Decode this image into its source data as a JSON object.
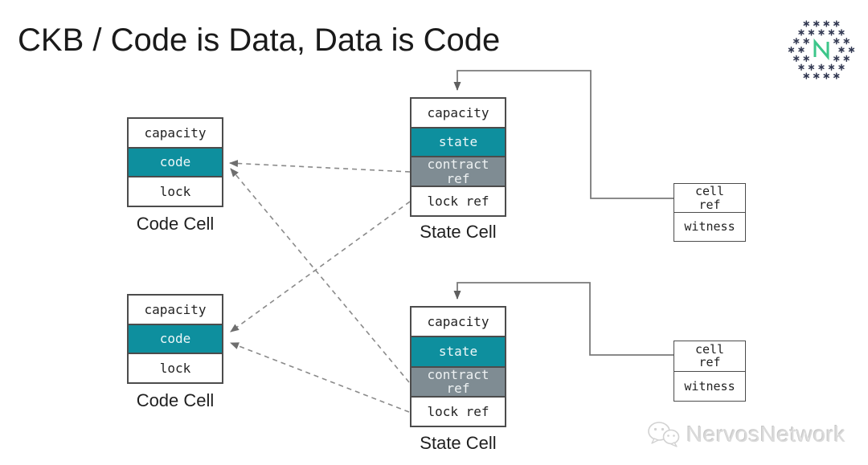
{
  "title": "CKB / Code is Data, Data is Code",
  "diagram": {
    "code_cell_top": {
      "label": "Code Cell",
      "capacity": "capacity",
      "code": "code",
      "lock": "lock"
    },
    "state_cell_top": {
      "label": "State Cell",
      "capacity": "capacity",
      "state": "state",
      "contract_ref": "contract\nref",
      "lock_ref": "lock ref"
    },
    "code_cell_bottom": {
      "label": "Code Cell",
      "capacity": "capacity",
      "code": "code",
      "lock": "lock"
    },
    "state_cell_bottom": {
      "label": "State Cell",
      "capacity": "capacity",
      "state": "state",
      "contract_ref": "contract\nref",
      "lock_ref": "lock ref"
    },
    "ref_box_top": {
      "cell_ref": "cell\nref",
      "witness": "witness"
    },
    "ref_box_bottom": {
      "cell_ref": "cell\nref",
      "witness": "witness"
    }
  },
  "watermark": {
    "text": "NervosNetwork"
  },
  "icons": {
    "logo": "nervos-hexagonal-dot-logo",
    "watermark_icon": "wechat-bubbles-icon"
  },
  "colors": {
    "teal": "#0e8f9e",
    "gray": "#7f8c93",
    "border": "#4c4c4c",
    "connector": "#7a7a7a",
    "logo_navy": "#353b54",
    "logo_green": "#3cc68a"
  }
}
